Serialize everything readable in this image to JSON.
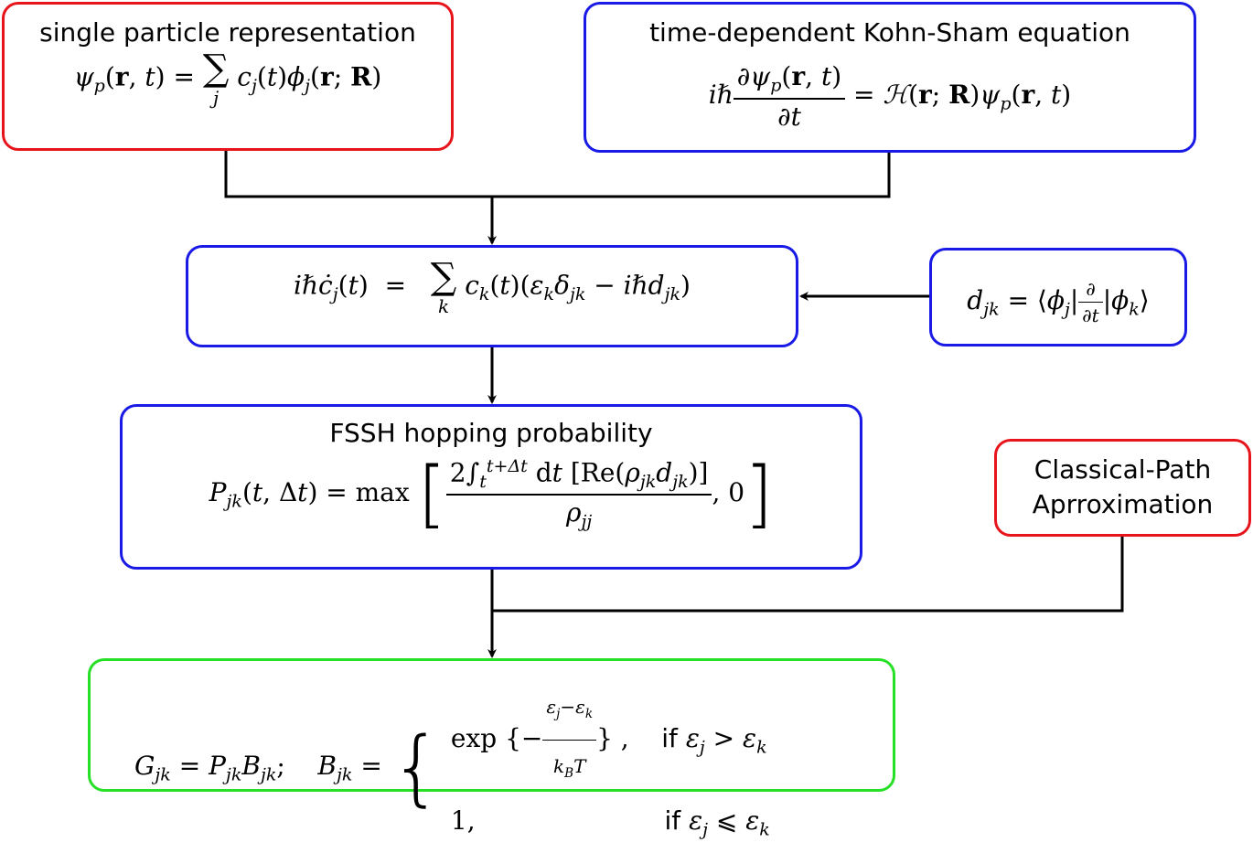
{
  "boxes": {
    "single_particle": {
      "title": "single particle representation",
      "equation": "ψ_p(r, t) = Σ_j c_j(t) φ_j(r; R)"
    },
    "tdks": {
      "title": "time-dependent Kohn-Sham equation",
      "equation": "iℏ ∂ψ_p(r, t)/∂t = H(r; R) ψ_p(r, t)"
    },
    "coefficient_eq": {
      "equation": "iℏċ_j(t) = Σ_k c_k(t)(ε_k δ_jk − iℏ d_jk)"
    },
    "nac": {
      "equation": "d_jk = ⟨φ_j| ∂/∂t |φ_k⟩"
    },
    "fssh": {
      "title": "FSSH hopping probability",
      "equation": "P_jk(t, Δt) = max [ 2∫_t^{t+Δt} dt [Re(ρ_jk d_jk)] / ρ_jj , 0 ]"
    },
    "cpa": {
      "line1": "Classical-Path",
      "line2": "Aprroximation"
    },
    "boltzmann": {
      "equation": "G_jk = P_jk B_jk;  B_jk = { exp{−(ε_j − ε_k)/(k_B T)}, if ε_j > ε_k ; 1, if ε_j ⩽ ε_k }",
      "case1_condition": "if",
      "case2_condition": "if"
    }
  },
  "colors": {
    "red": "#e8141b",
    "blue": "#1a1ae6",
    "green": "#26e026",
    "line": "#000000"
  }
}
